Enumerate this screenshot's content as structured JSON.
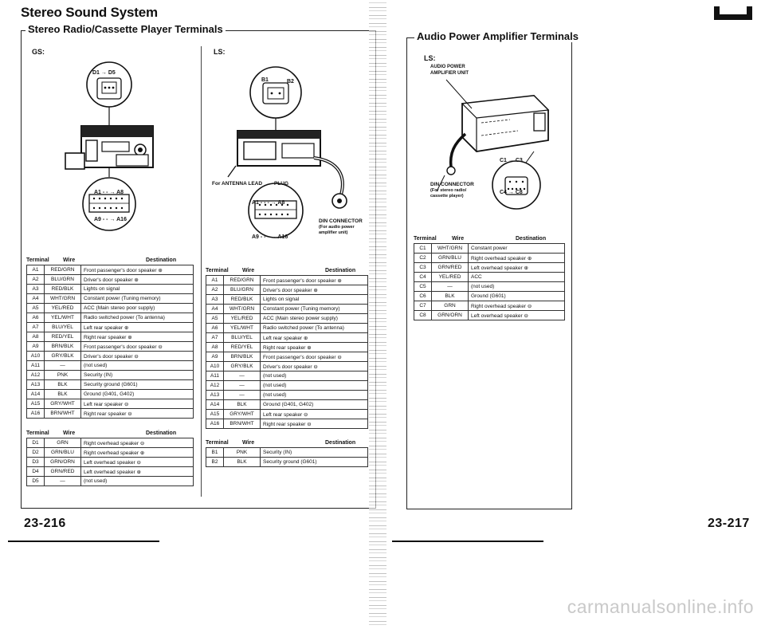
{
  "page_title": "Stereo Sound System",
  "left_section": {
    "title": "Stereo Radio/Cassette Player Terminals",
    "gs_label": "GS:",
    "ls_label": "LS:",
    "diagram_labels": {
      "d1_d5": "D1 → D5",
      "a1_a8_gs": "A1 - - → A8",
      "a9_a16_gs": "A9 - - → A16",
      "b1": "B1",
      "b2": "B2",
      "antenna_lead": "For ANTENNA LEAD",
      "plug": "PLUG",
      "a1_a8_ls": "A1 - - - → A8",
      "a9_a16_ls": "A9 - - - → A16",
      "din_connector": "DIN CONNECTOR",
      "din_note": "(For audio power amplifier unit)"
    },
    "headers": {
      "terminal": "Terminal",
      "wire": "Wire",
      "destination": "Destination"
    },
    "gs_a_rows": [
      [
        "A1",
        "RED/GRN",
        "Front passenger's door speaker ⊕"
      ],
      [
        "A2",
        "BLU/GRN",
        "Driver's door speaker ⊕"
      ],
      [
        "A3",
        "RED/BLK",
        "Lights on signal"
      ],
      [
        "A4",
        "WHT/GRN",
        "Constant power (Tuning memory)"
      ],
      [
        "A5",
        "YEL/RED",
        "ACC (Main stereo poor supply)"
      ],
      [
        "A6",
        "YEL/WHT",
        "Radio switched power (To antenna)"
      ],
      [
        "A7",
        "BLU/YEL",
        "Left rear speaker ⊕"
      ],
      [
        "A8",
        "RED/YEL",
        "Right rear speaker ⊕"
      ],
      [
        "A9",
        "BRN/BLK",
        "Front passenger's door speaker ⊖"
      ],
      [
        "A10",
        "GRY/BLK",
        "Driver's door speaker ⊖"
      ],
      [
        "A11",
        "—",
        "(not used)"
      ],
      [
        "A12",
        "PNK",
        "Security (IN)"
      ],
      [
        "A13",
        "BLK",
        "Security ground (G601)"
      ],
      [
        "A14",
        "BLK",
        "Ground (G401, G402)"
      ],
      [
        "A15",
        "GRY/WHT",
        "Left rear speaker ⊖"
      ],
      [
        "A16",
        "BRN/WHT",
        "Right rear speaker ⊖"
      ]
    ],
    "gs_d_rows": [
      [
        "D1",
        "GRN",
        "Right overhead speaker ⊖"
      ],
      [
        "D2",
        "GRN/BLU",
        "Right overhead speaker ⊕"
      ],
      [
        "D3",
        "GRN/ORN",
        "Left overhead speaker ⊖"
      ],
      [
        "D4",
        "GRN/RED",
        "Left overhead speaker ⊕"
      ],
      [
        "D5",
        "—",
        "(not used)"
      ]
    ],
    "ls_a_rows": [
      [
        "A1",
        "RED/GRN",
        "Front passenger's door speaker ⊕"
      ],
      [
        "A2",
        "BLU/GRN",
        "Driver's door speaker ⊕"
      ],
      [
        "A3",
        "RED/BLK",
        "Lights on signal"
      ],
      [
        "A4",
        "WHT/GRN",
        "Constant power (Tuning memory)"
      ],
      [
        "A5",
        "YEL/RED",
        "ACC (Main stereo power supply)"
      ],
      [
        "A6",
        "YEL/WHT",
        "Radio switched power (To antenna)"
      ],
      [
        "A7",
        "BLU/YEL",
        "Left rear speaker ⊕"
      ],
      [
        "A8",
        "RED/YEL",
        "Right rear speaker ⊕"
      ],
      [
        "A9",
        "BRN/BLK",
        "Front passenger's door speaker ⊖"
      ],
      [
        "A10",
        "GRY/BLK",
        "Driver's door speaker ⊖"
      ],
      [
        "A11",
        "—",
        "(not used)"
      ],
      [
        "A12",
        "—",
        "(not used)"
      ],
      [
        "A13",
        "—",
        "(not used)"
      ],
      [
        "A14",
        "BLK",
        "Ground (G401, G402)"
      ],
      [
        "A15",
        "GRY/WHT",
        "Left rear speaker ⊖"
      ],
      [
        "A16",
        "BRN/WHT",
        "Right rear speaker ⊖"
      ]
    ],
    "ls_b_rows": [
      [
        "B1",
        "PNK",
        "Security (IN)"
      ],
      [
        "B2",
        "BLK",
        "Security ground (G601)"
      ]
    ],
    "page_number": "23-216"
  },
  "right_section": {
    "title": "Audio Power Amplifier Terminals",
    "ls_label": "LS:",
    "diagram_labels": {
      "amp_unit": "AUDIO POWER AMPLIFIER UNIT",
      "c1_c3": "C1 → C3",
      "c4_c8": "C4 → C8",
      "din_connector": "DIN CONNECTOR",
      "din_note": "(For stereo radio/ cassette player)"
    },
    "headers": {
      "terminal": "Terminal",
      "wire": "Wire",
      "destination": "Destination"
    },
    "c_rows": [
      [
        "C1",
        "WHT/GRN",
        "Constant power"
      ],
      [
        "C2",
        "GRN/BLU",
        "Right overhead speaker ⊕"
      ],
      [
        "C3",
        "GRN/RED",
        "Left overhead speaker ⊕"
      ],
      [
        "C4",
        "YEL/RED",
        "ACC"
      ],
      [
        "C5",
        "—",
        "(not used)"
      ],
      [
        "C6",
        "BLK",
        "Ground (G601)"
      ],
      [
        "C7",
        "GRN",
        "Right overhead speaker ⊖"
      ],
      [
        "C8",
        "GRN/ORN",
        "Left overhead speaker ⊖"
      ]
    ],
    "page_number": "23-217"
  },
  "watermark": "carmanualsonline.info"
}
